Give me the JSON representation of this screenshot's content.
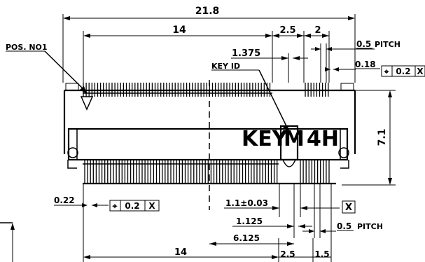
{
  "title": "",
  "overall_width": "21.8",
  "top_dims": {
    "left_span": "14",
    "mid_span": "2.5",
    "right_span": "2",
    "pitch_value": "0.5",
    "pitch_word": "PITCH",
    "key_offset": "1.375",
    "pin_width": "0.18",
    "tol_symbol": "⌖",
    "tol_value": "0.2",
    "tol_datum": "X"
  },
  "labels": {
    "pos_no1": "POS. NO1",
    "key_id": "KEY ID",
    "key_text": "KEY",
    "key_letter": "M",
    "key_size": "4H"
  },
  "side_dims": {
    "height": "7.1"
  },
  "bottom_dims": {
    "left_pin_width": "0.22",
    "tol_symbol": "⌖",
    "tol_value": "0.2",
    "tol_datum": "X",
    "key_gap": "1.1±0.03",
    "datum_box": "X",
    "offset_a": "1.125",
    "pitch_value": "0.5",
    "pitch_word": "PITCH",
    "offset_b": "6.125",
    "left_span": "14",
    "mid_span": "2.5",
    "right_span": "1.5"
  }
}
